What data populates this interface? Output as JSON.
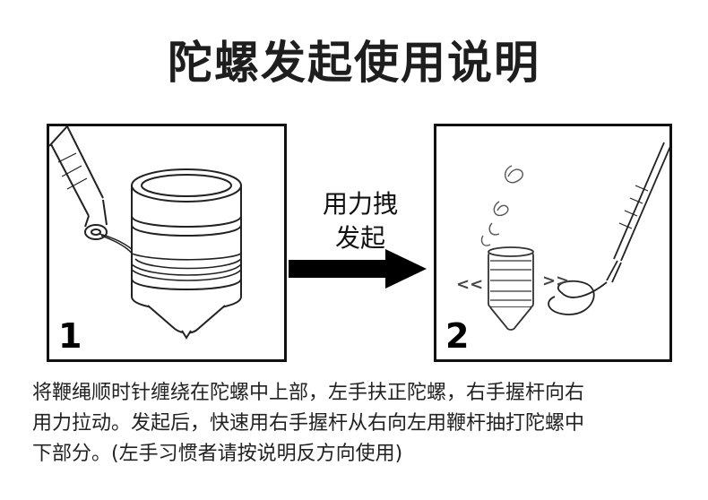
{
  "title": "陀螺发起使用说明",
  "steps": [
    {
      "number": "1"
    },
    {
      "number": "2"
    }
  ],
  "arrow_label": {
    "line1": "用力拽",
    "line2": "发起"
  },
  "spin_marks": {
    "left": "<<",
    "right": ">>"
  },
  "description": {
    "line1": "将鞭绳顺时针缠绕在陀螺中上部，左手扶正陀螺，右手握杆向右",
    "line2": "用力拉动。发起后，快速用右手握杆从右向左用鞭杆抽打陀螺中",
    "line3": "下部分。(左手习惯者请按说明反方向使用)"
  }
}
